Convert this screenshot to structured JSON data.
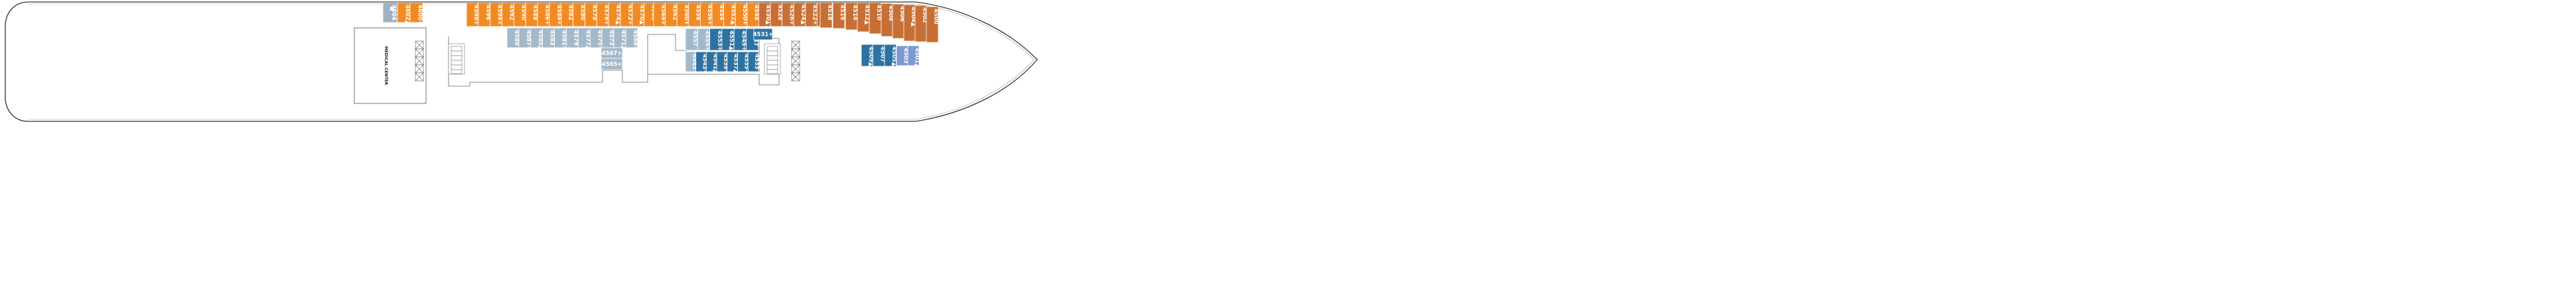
{
  "deck_plan": {
    "colors": {
      "hull_stroke": "#333333",
      "orange": "#f28a24",
      "copper": "#c86f35",
      "light_blue": "#a3b9ca",
      "teal": "#2e72a1",
      "periwinkle": "#7c98d2",
      "grey_blue": "#9eb2c3"
    },
    "rooms": {
      "medical_center": "MEDICAL CENTER"
    },
    "legend_symbols": {
      "plus": "+",
      "triangle": "▲",
      "connecting_arrow": "↕"
    },
    "cabins": [
      {
        "id": "c4604",
        "label": "4604",
        "color": "grey_blue",
        "icon": "person-icon"
      },
      {
        "id": "c4602",
        "label": "4602▲",
        "color": "orange"
      },
      {
        "id": "c4600",
        "label": "4600+",
        "color": "orange"
      },
      {
        "id": "c4598",
        "label": "4598+",
        "color": "orange",
        "connect": true
      },
      {
        "id": "c4596",
        "label": "4596",
        "color": "orange",
        "connect": true
      },
      {
        "id": "c4594",
        "label": "4594+",
        "color": "orange"
      },
      {
        "id": "c4592",
        "label": "4592",
        "color": "orange"
      },
      {
        "id": "c4590",
        "label": "4590",
        "color": "orange"
      },
      {
        "id": "c4588",
        "label": "4588",
        "color": "orange"
      },
      {
        "id": "c4586",
        "label": "4586+",
        "color": "orange"
      },
      {
        "id": "c4584",
        "label": "4584+",
        "color": "orange"
      },
      {
        "id": "c4582",
        "label": "4582",
        "color": "orange"
      },
      {
        "id": "c4580",
        "label": "4580",
        "color": "orange"
      },
      {
        "id": "c4578",
        "label": "4578",
        "color": "orange"
      },
      {
        "id": "c4576",
        "label": "4576+",
        "color": "orange"
      },
      {
        "id": "c4574",
        "label": "4574▲",
        "color": "orange",
        "connect": true
      },
      {
        "id": "c4572",
        "label": "4572+",
        "color": "orange",
        "connect": true
      },
      {
        "id": "c4570",
        "label": "4570▲",
        "color": "orange"
      },
      {
        "id": "c4568",
        "label": "4568",
        "color": "orange"
      },
      {
        "id": "c4589",
        "label": "4589",
        "color": "light_blue"
      },
      {
        "id": "c4587",
        "label": "4587+",
        "color": "light_blue"
      },
      {
        "id": "c4585",
        "label": "4585▲",
        "color": "light_blue"
      },
      {
        "id": "c4583",
        "label": "4583",
        "color": "light_blue"
      },
      {
        "id": "c4581",
        "label": "4581+",
        "color": "light_blue"
      },
      {
        "id": "c4579",
        "label": "4579",
        "color": "light_blue"
      },
      {
        "id": "c4577",
        "label": "4577▲",
        "color": "light_blue"
      },
      {
        "id": "c4575",
        "label": "4575+",
        "color": "light_blue"
      },
      {
        "id": "c4573",
        "label": "4573",
        "color": "light_blue"
      },
      {
        "id": "c4571",
        "label": "4571▲",
        "color": "light_blue"
      },
      {
        "id": "c4569",
        "label": "4569+",
        "color": "light_blue"
      },
      {
        "id": "c4567",
        "label": "4567+",
        "color": "light_blue"
      },
      {
        "id": "c4565",
        "label": "4565+",
        "color": "light_blue"
      },
      {
        "id": "c4564",
        "label": "4564+",
        "color": "orange"
      },
      {
        "id": "c4562",
        "label": "4562",
        "color": "orange"
      },
      {
        "id": "c4560",
        "label": "4560+",
        "color": "orange"
      },
      {
        "id": "c4558",
        "label": "4558",
        "color": "orange"
      },
      {
        "id": "c4556",
        "label": "4556+",
        "color": "orange",
        "connect": true
      },
      {
        "id": "c4554",
        "label": "4554",
        "color": "orange",
        "connect": true
      },
      {
        "id": "c4552",
        "label": "4552▲",
        "color": "orange"
      },
      {
        "id": "c4550",
        "label": "4550+",
        "color": "orange",
        "connect": true
      },
      {
        "id": "c4548",
        "label": "4548",
        "color": "orange"
      },
      {
        "id": "c4530",
        "label": "4530▲",
        "color": "copper"
      },
      {
        "id": "c4528",
        "label": "4528",
        "color": "copper"
      },
      {
        "id": "c4526",
        "label": "4526+",
        "color": "copper"
      },
      {
        "id": "c4524",
        "label": "4524▲",
        "color": "copper",
        "connect": true
      },
      {
        "id": "c4522",
        "label": "4522+",
        "color": "copper",
        "connect": true
      },
      {
        "id": "c4520",
        "label": "4520",
        "color": "copper"
      },
      {
        "id": "c4518",
        "label": "4518",
        "color": "copper"
      },
      {
        "id": "c4516",
        "label": "4516",
        "color": "copper"
      },
      {
        "id": "c4514",
        "label": "4514",
        "color": "copper"
      },
      {
        "id": "c4512",
        "label": "4512▲",
        "color": "copper"
      },
      {
        "id": "c4510",
        "label": "4510",
        "color": "copper"
      },
      {
        "id": "c4508",
        "label": "4508",
        "color": "copper"
      },
      {
        "id": "c4506",
        "label": "4506",
        "color": "copper"
      },
      {
        "id": "c4504",
        "label": "4504▲",
        "color": "copper"
      },
      {
        "id": "c4502",
        "label": "4502",
        "color": "copper"
      },
      {
        "id": "c4500",
        "label": "4500",
        "color": "copper"
      },
      {
        "id": "c4557",
        "label": "4557",
        "color": "light_blue"
      },
      {
        "id": "c4555",
        "label": "4555+",
        "color": "light_blue"
      },
      {
        "id": "c4553",
        "label": "4553+",
        "color": "teal"
      },
      {
        "id": "c4551",
        "label": "4551▲",
        "color": "teal"
      },
      {
        "id": "c4549",
        "label": "4549+",
        "color": "teal"
      },
      {
        "id": "c4547",
        "label": "4547",
        "color": "teal"
      },
      {
        "id": "c4545",
        "label": "4545",
        "color": "light_blue"
      },
      {
        "id": "c4543",
        "label": "4543+",
        "color": "teal"
      },
      {
        "id": "c4541",
        "label": "4541▲",
        "color": "teal"
      },
      {
        "id": "c4539",
        "label": "4539+",
        "color": "teal"
      },
      {
        "id": "c4537",
        "label": "4537▲",
        "color": "teal"
      },
      {
        "id": "c4535",
        "label": "4535+",
        "color": "teal"
      },
      {
        "id": "c4533",
        "label": "4533",
        "color": "teal"
      },
      {
        "id": "c4531",
        "label": "4531+",
        "color": "teal"
      },
      {
        "id": "c4509",
        "label": "4509▲",
        "color": "teal"
      },
      {
        "id": "c4507",
        "label": "4507",
        "color": "teal"
      },
      {
        "id": "c4505",
        "label": "4505▲",
        "color": "teal"
      },
      {
        "id": "c4503",
        "label": "4503",
        "color": "periwinkle"
      },
      {
        "id": "c4501",
        "label": "4501▲",
        "color": "periwinkle"
      }
    ]
  }
}
